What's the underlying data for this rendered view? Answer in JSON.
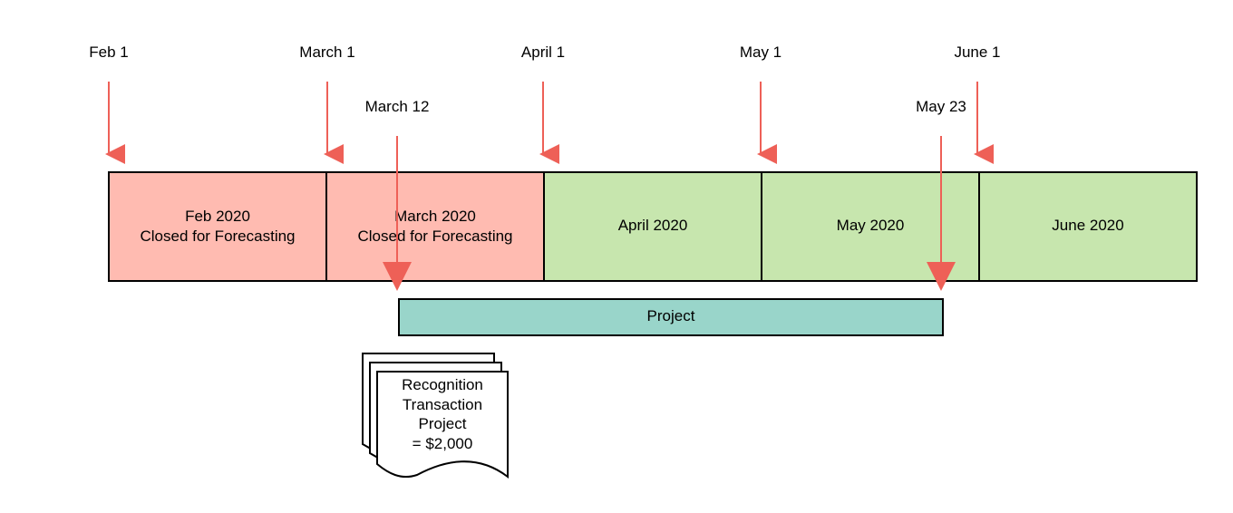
{
  "colors": {
    "closed_fill": "#ffbbb1",
    "open_fill": "#c7e6ae",
    "project_fill": "#99d5ca",
    "arrow": "#ee6057",
    "outline": "#000000"
  },
  "date_markers": {
    "feb_1": "Feb 1",
    "march_1": "March 1",
    "april_1": "April 1",
    "may_1": "May 1",
    "june_1": "June 1"
  },
  "project_markers": {
    "march_12": "March 12",
    "may_23": "May 23"
  },
  "months": {
    "feb": {
      "name": "Feb 2020",
      "status": "Closed for Forecasting"
    },
    "march": {
      "name": "March 2020",
      "status": "Closed for Forecasting"
    },
    "april": {
      "name": "April 2020"
    },
    "may": {
      "name": "May 2020"
    },
    "june": {
      "name": "June 2020"
    }
  },
  "project": {
    "label": "Project"
  },
  "document": {
    "line1": "Recognition",
    "line2": "Transaction",
    "line3": "Project",
    "line4": "= $2,000"
  }
}
